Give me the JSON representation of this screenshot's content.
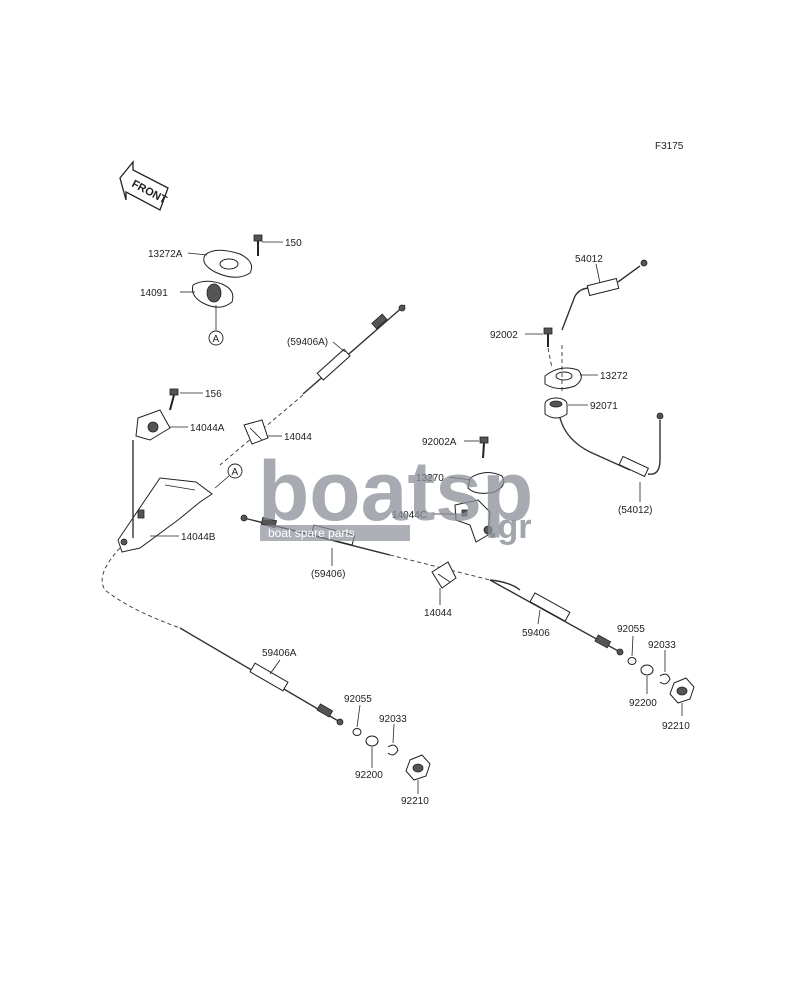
{
  "figure_code": "F3175",
  "front_arrow": {
    "text": "FRONT",
    "icon": "front-direction-arrow-icon"
  },
  "callouts": [
    {
      "id": "c-150",
      "text": "150"
    },
    {
      "id": "c-13272a",
      "text": "13272A"
    },
    {
      "id": "c-14091",
      "text": "14091"
    },
    {
      "id": "c-ref-a-top",
      "text": "A"
    },
    {
      "id": "c-59406a-top",
      "text": "(59406A)"
    },
    {
      "id": "c-156",
      "text": "156"
    },
    {
      "id": "c-14044a",
      "text": "14044A"
    },
    {
      "id": "c-14044-top",
      "text": "14044"
    },
    {
      "id": "c-ref-a-mid",
      "text": "A"
    },
    {
      "id": "c-14044b",
      "text": "14044B"
    },
    {
      "id": "c-54012-top",
      "text": "54012"
    },
    {
      "id": "c-92002",
      "text": "92002"
    },
    {
      "id": "c-13272",
      "text": "13272"
    },
    {
      "id": "c-92071",
      "text": "92071"
    },
    {
      "id": "c-54012-paren",
      "text": "(54012)"
    },
    {
      "id": "c-92002a",
      "text": "92002A"
    },
    {
      "id": "c-13270",
      "text": "13270"
    },
    {
      "id": "c-14044c",
      "text": "14044C"
    },
    {
      "id": "c-59406-paren",
      "text": "(59406)"
    },
    {
      "id": "c-14044-mid",
      "text": "14044"
    },
    {
      "id": "c-59406-right",
      "text": "59406"
    },
    {
      "id": "c-92055-right",
      "text": "92055"
    },
    {
      "id": "c-92033-right",
      "text": "92033"
    },
    {
      "id": "c-92200-right",
      "text": "92200"
    },
    {
      "id": "c-92210-right",
      "text": "92210"
    },
    {
      "id": "c-59406a-bottom",
      "text": "59406A"
    },
    {
      "id": "c-92055-bottom",
      "text": "92055"
    },
    {
      "id": "c-92033-bottom",
      "text": "92033"
    },
    {
      "id": "c-92200-bottom",
      "text": "92200"
    },
    {
      "id": "c-92210-bottom",
      "text": "92210"
    }
  ],
  "watermark": {
    "main": "boatsp",
    "sub": "boat spare parts",
    "suffix": ".gr"
  }
}
